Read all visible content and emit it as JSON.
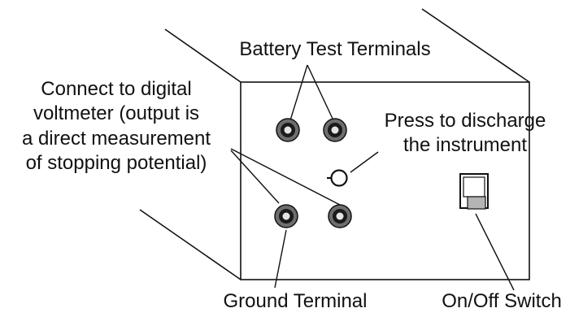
{
  "labels": {
    "battery_terminals": "Battery Test Terminals",
    "voltmeter_lines": [
      "Connect to digital",
      "voltmeter (output is",
      "a direct measurement",
      "of stopping potential)"
    ],
    "discharge_lines": [
      "Press to discharge",
      "the instrument"
    ],
    "ground_terminal": "Ground Terminal",
    "switch": "On/Off Switch"
  },
  "colors": {
    "line": "#111111",
    "terminal_outer": "#6e6e6e",
    "terminal_ring": "#1a1a1a",
    "terminal_center": "#e4e4e4",
    "switch_knob": "#b4b4b4"
  }
}
